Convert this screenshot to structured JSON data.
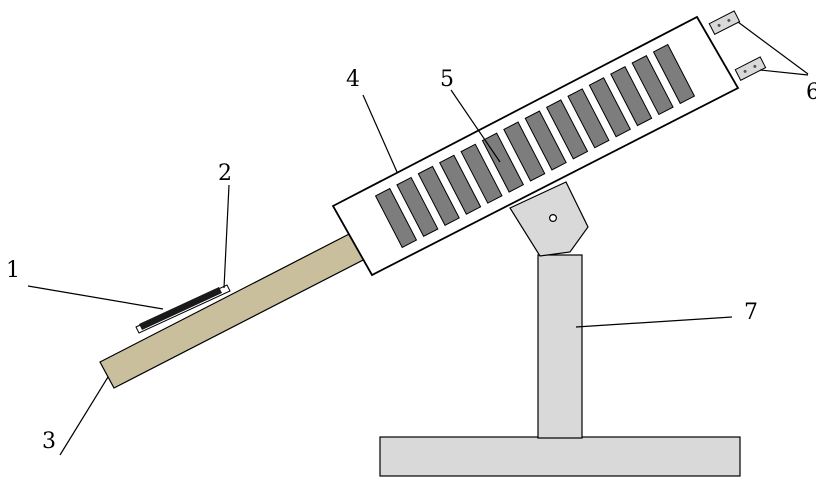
{
  "labels": {
    "l1": "1",
    "l2": "2",
    "l3": "3",
    "l4": "4",
    "l5": "5",
    "l6": "6",
    "l7": "7"
  },
  "colors": {
    "rod": "#c9bf9d",
    "magnet_stack": "#7d7d7d",
    "stand": "#d9d9d9",
    "outline": "#000000",
    "pad": "#1a1a1a"
  },
  "parts": {
    "magnet_count": 14
  }
}
